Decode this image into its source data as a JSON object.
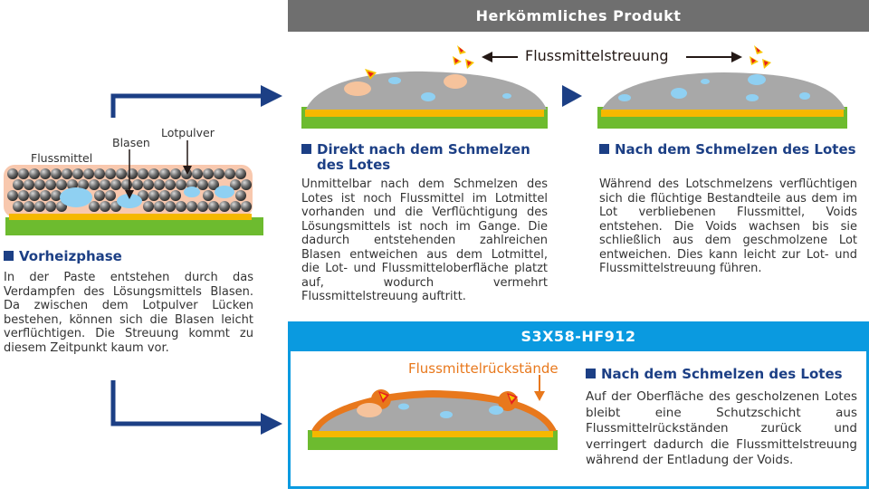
{
  "header_conventional": "Herkömmliches Produkt",
  "header_product": "S3X58-HF912",
  "flux_scatter_label": "Flussmittelstreuung",
  "residue_label": "Flussmittelrückstände",
  "preheat": {
    "labels": {
      "flux": "Flussmittel",
      "bubbles": "Blasen",
      "powder": "Lotpulver"
    },
    "heading": "Vorheizphase",
    "text": "In der Paste entstehen durch das Verdampfen des Lösungsmittels Blasen. Da zwischen dem Lotpulver Lücken bestehen, können sich die Blasen leicht verflüchtigen. Die Streuung kommt zu diesem Zeitpunkt kaum vor."
  },
  "direct": {
    "heading_line1": "Direkt nach dem Schmelzen",
    "heading_line2": "des Lotes",
    "text": "Unmittelbar nach dem Schmelzen des Lotes ist noch Flussmittel im Lotmittel vorhanden und die Verflüchtigung des Lösungsmittels ist noch im Gange. Die dadurch entstehenden zahlreichen Blasen entweichen aus dem Lotmittel, die Lot- und Flussmitteloberfläche platzt auf, wodurch vermehrt Flussmittelstreuung auftritt."
  },
  "after": {
    "heading": "Nach  dem Schmelzen des Lotes",
    "text": "Während des Lotschmelzens verflüchtigen sich die flüchtige Bestandteile aus dem im Lot verbliebenen Flussmittel, Voids entstehen. Die Voids wachsen bis sie schließlich aus dem geschmolzene Lot entweichen. Dies kann leicht zur Lot- und Flussmittelstreuung führen."
  },
  "product": {
    "heading": "Nach dem Schmelzen des Lotes",
    "text": "Auf der Oberfläche des gescholzenen Lotes bleibt eine Schutzschicht aus Flussmittelrückständen zurück und verringert dadurch die Flussmittelstreuung während der Entladung der Voids."
  },
  "colors": {
    "navy": "#1c3f85",
    "grey_header": "#6f6f6f",
    "blue_header": "#0a9ae0",
    "solder": "#a8a8a8",
    "flux_residue": "#e8781c",
    "pcb_green": "#6dbb2f",
    "pad_yellow": "#f5b800",
    "bubble_blue": "#8fd0f2",
    "bubble_peach": "#f6c39c",
    "spark_red": "#e6201e",
    "spark_yellow": "#f7c600"
  },
  "icons": [
    "arrow-right-icon",
    "triangle-right-icon",
    "spark-icon",
    "double-arrow-icon"
  ]
}
